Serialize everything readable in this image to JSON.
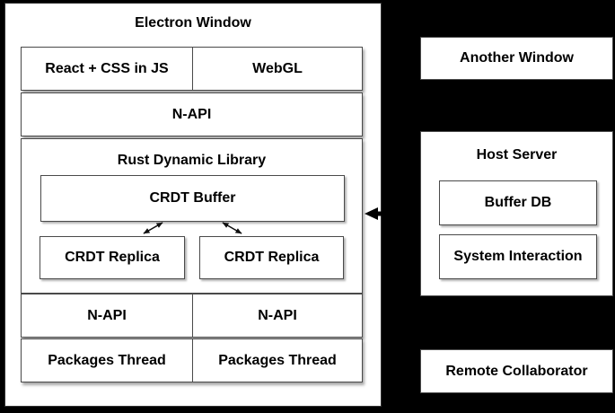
{
  "colors": {
    "background": "#000000",
    "box_fill": "#ffffff",
    "box_border": "#4a4a4a",
    "text": "#000000"
  },
  "electron_window": {
    "title": "Electron Window",
    "react_css": "React + CSS in JS",
    "webgl": "WebGL",
    "napi_top": "N-API",
    "rust_library": {
      "title": "Rust Dynamic Library",
      "crdt_buffer": "CRDT Buffer",
      "crdt_replica_left": "CRDT Replica",
      "crdt_replica_right": "CRDT Replica"
    },
    "napi_left": "N-API",
    "napi_right": "N-API",
    "packages_left": "Packages Thread",
    "packages_right": "Packages Thread"
  },
  "right_column": {
    "another_window": "Another Window",
    "host_server": {
      "title": "Host Server",
      "buffer_db": "Buffer DB",
      "system_interaction": "System Interaction"
    },
    "remote_collaborator": "Remote Collaborator"
  },
  "icons": {
    "incoming_arrow": "left-arrow",
    "sync_arrows": "double-headed-arrow"
  }
}
